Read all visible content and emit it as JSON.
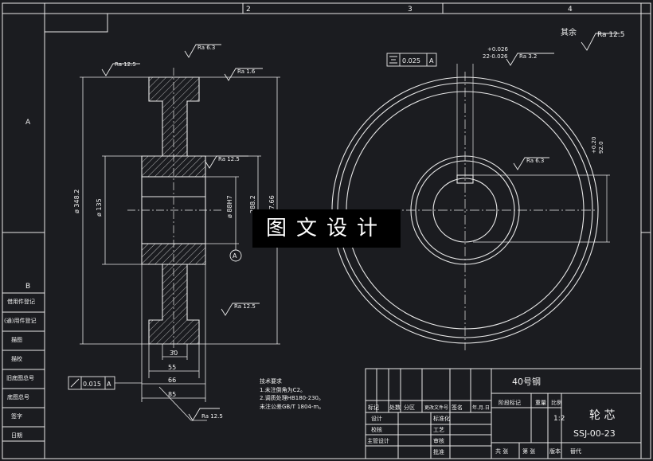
{
  "border": {
    "zones_top": [
      "2",
      "3",
      "4"
    ],
    "zones_left": [
      "A",
      "B"
    ]
  },
  "surface_finish": {
    "general": "Ra  12.5",
    "general_prefix": "其余",
    "labels": [
      "Ra  12.5",
      "Ra  6.3",
      "Ra  1.6",
      "Ra  12.5",
      "Ra  12.5",
      "Ra  12.5",
      "Ra  3.2",
      "Ra  6.3"
    ]
  },
  "dimensions": {
    "outer_dia": "ø 348.2",
    "hub_dia": "ø 135",
    "bore_dia": "ø 88H7",
    "keyway_depth": "288.2",
    "bore_h": "36.2H17.66",
    "w30": "30",
    "w55": "55",
    "w66": "66",
    "w85": "85",
    "keyway_width": "22-0.026",
    "keyway_width_tol": "+0.026",
    "key_height": "92.0",
    "key_height_tol": "+0.20"
  },
  "tolerances": {
    "runout_value": "0.015",
    "runout_datum": "A",
    "symmetry_value": "0.025",
    "symmetry_datum": "A",
    "datum_marker": "A"
  },
  "notes": {
    "title": "技术要求",
    "lines": [
      "1.未注倒角为C2。",
      "2.调质处理HB180-230。",
      "未注公差GB/T 1804-m。"
    ]
  },
  "title_block": {
    "material": "40号钢",
    "part_name": "轮 芯",
    "drawing_number": "SSJ-00-23",
    "scale": "1:2",
    "headers": [
      "标记",
      "处数",
      "分区",
      "更改文件号",
      "签名",
      "年.月.日"
    ],
    "rows": [
      "设计",
      "校核",
      "主管设计"
    ],
    "mid_col": [
      "标准化",
      "工艺",
      "审核",
      "批准"
    ],
    "stage_labels": [
      "阶段标记",
      "重量",
      "比例"
    ],
    "bottom": [
      "共 张",
      "第 张",
      "版本",
      "替代"
    ]
  },
  "left_strip": [
    "借用件登记",
    "(通)用件登记",
    "描图",
    "描校",
    "旧底图总号",
    "底图总号",
    "签字",
    "日期"
  ],
  "watermark": "图文设计",
  "colors": {
    "background": "#1b1c20",
    "lines": "#e9e9e9",
    "text": "#f2f2f2",
    "watermark_bg": "#000000"
  }
}
